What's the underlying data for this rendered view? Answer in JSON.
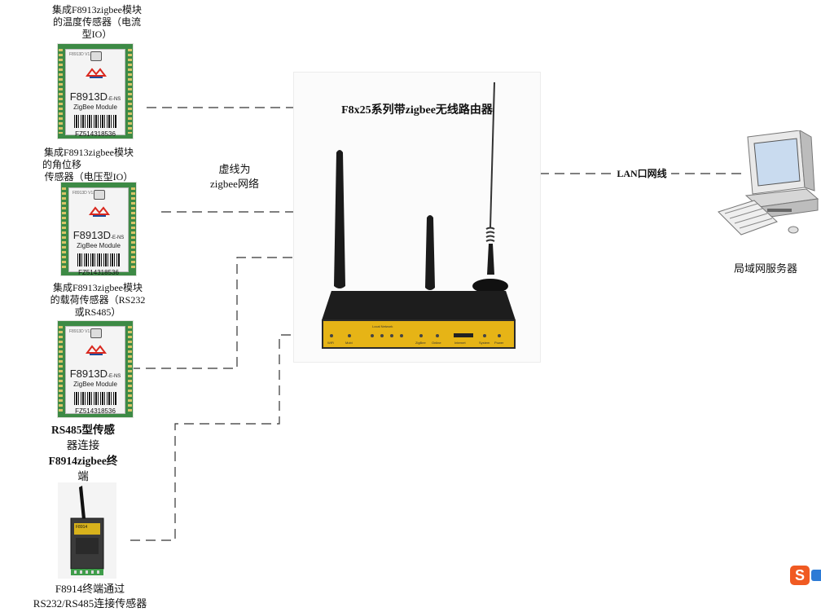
{
  "modules": [
    {
      "label_lines": [
        "集成F8913zigbee模块",
        "的温度传感器（电流",
        "型IO）"
      ],
      "model": "F8913D",
      "model_suffix": "-E-NS",
      "subtitle": "ZigBee Module",
      "serial": "FZ514318536",
      "brand": "Four-Faith",
      "tag": "F8913D V1.0"
    },
    {
      "label_lines": [
        "集成F8913zigbee模块",
        "的角位移",
        "传感器（电压型IO）"
      ],
      "model": "F8913D",
      "model_suffix": "-E-NS",
      "subtitle": "ZigBee Module",
      "serial": "FZ514318536",
      "brand": "Four-Faith",
      "tag": "F8913D V1.0"
    },
    {
      "label_lines": [
        "集成F8913zigbee模块",
        "的载荷传感器（RS232",
        "或RS485）"
      ],
      "model": "F8913D",
      "model_suffix": "-E-NS",
      "subtitle": "ZigBee Module",
      "serial": "FZ514318536",
      "brand": "Four-Faith",
      "tag": "F8913D V1.0"
    }
  ],
  "network_note": [
    "虚线为",
    "zigbee网络"
  ],
  "router": {
    "title": "F8x25系列带zigbee无线路由器",
    "front_labels": [
      "WiFi",
      "Mobi",
      "Local Network",
      "ZigBee",
      "Online",
      "Internet",
      "System",
      "Power"
    ]
  },
  "lan_label": "LAN口网线",
  "server_label": "局域网服务器",
  "rs485_text": [
    "RS485型传感",
    "器连接",
    "F8914zigbee终",
    "端"
  ],
  "terminal_caption": [
    "F8914终端通过",
    "RS232/RS485连接传感器"
  ],
  "terminal_label": "F8914",
  "watermark": "S",
  "colors": {
    "router_body": "#1d1d1d",
    "router_front": "#e6b416",
    "pcb_green": "#3d8a45",
    "watermark_orange": "#f05a22"
  }
}
